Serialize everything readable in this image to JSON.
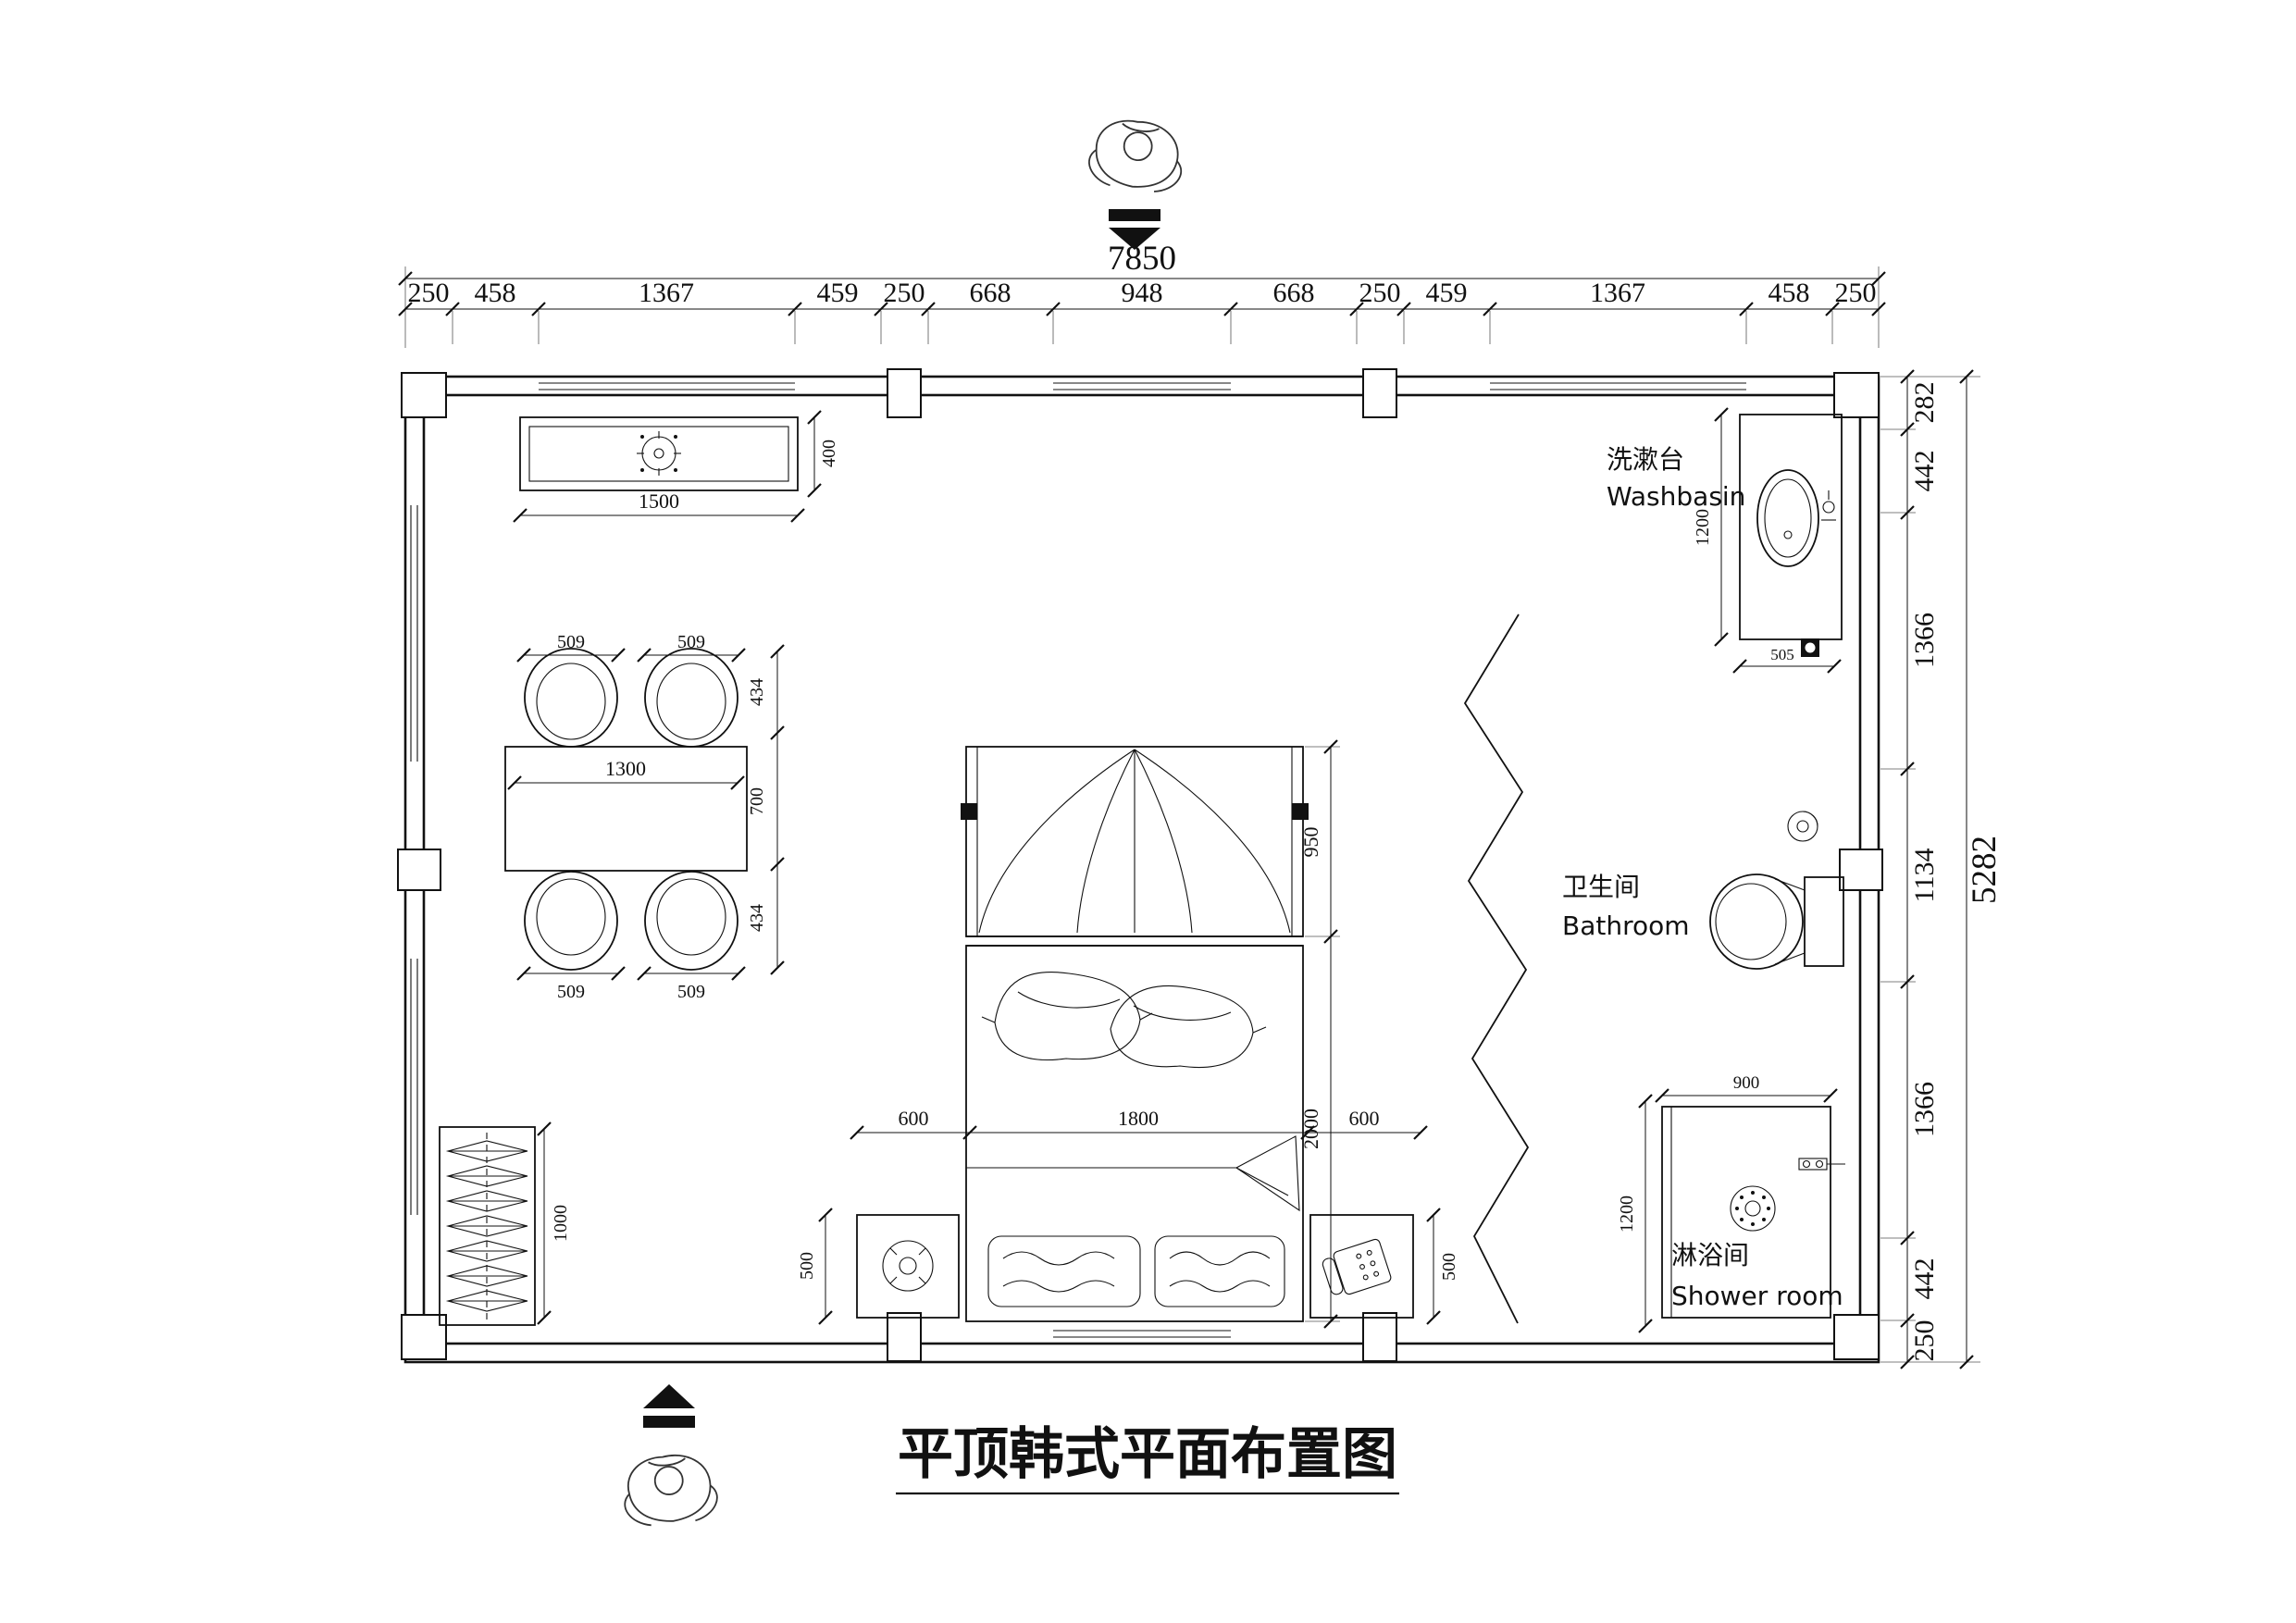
{
  "title": "平顶韩式平面布置图",
  "dims": {
    "top_total": "7850",
    "top_segments": [
      "250",
      "458",
      "1367",
      "459",
      "250",
      "668",
      "948",
      "668",
      "250",
      "459",
      "1367",
      "458",
      "250"
    ],
    "right_total": "5282",
    "right_segments": [
      "282",
      "442",
      "1366",
      "1134",
      "1366",
      "442",
      "250"
    ]
  },
  "console": {
    "width": "1500",
    "depth": "400"
  },
  "dining": {
    "top_left": "509",
    "top_right": "509",
    "table_width": "1300",
    "side_top": "434",
    "side_mid": "700",
    "side_bottom": "434",
    "bottom_left": "509",
    "bottom_right": "509"
  },
  "bed": {
    "canopy_depth": "950",
    "length": "2000",
    "left_offset": "600",
    "width": "1800",
    "right_offset": "600",
    "nightstand_left": "500",
    "nightstand_right": "500"
  },
  "wardrobe": {
    "depth": "1000"
  },
  "washbasin": {
    "label_cn": "洗漱台",
    "label_en": "Washbasin",
    "counter_length": "1200",
    "counter_width": "505"
  },
  "bathroom": {
    "label_cn": "卫生间",
    "label_en": "Bathroom"
  },
  "shower": {
    "label_cn": "淋浴间",
    "label_en": "Shower room",
    "width": "900",
    "depth": "1200"
  }
}
